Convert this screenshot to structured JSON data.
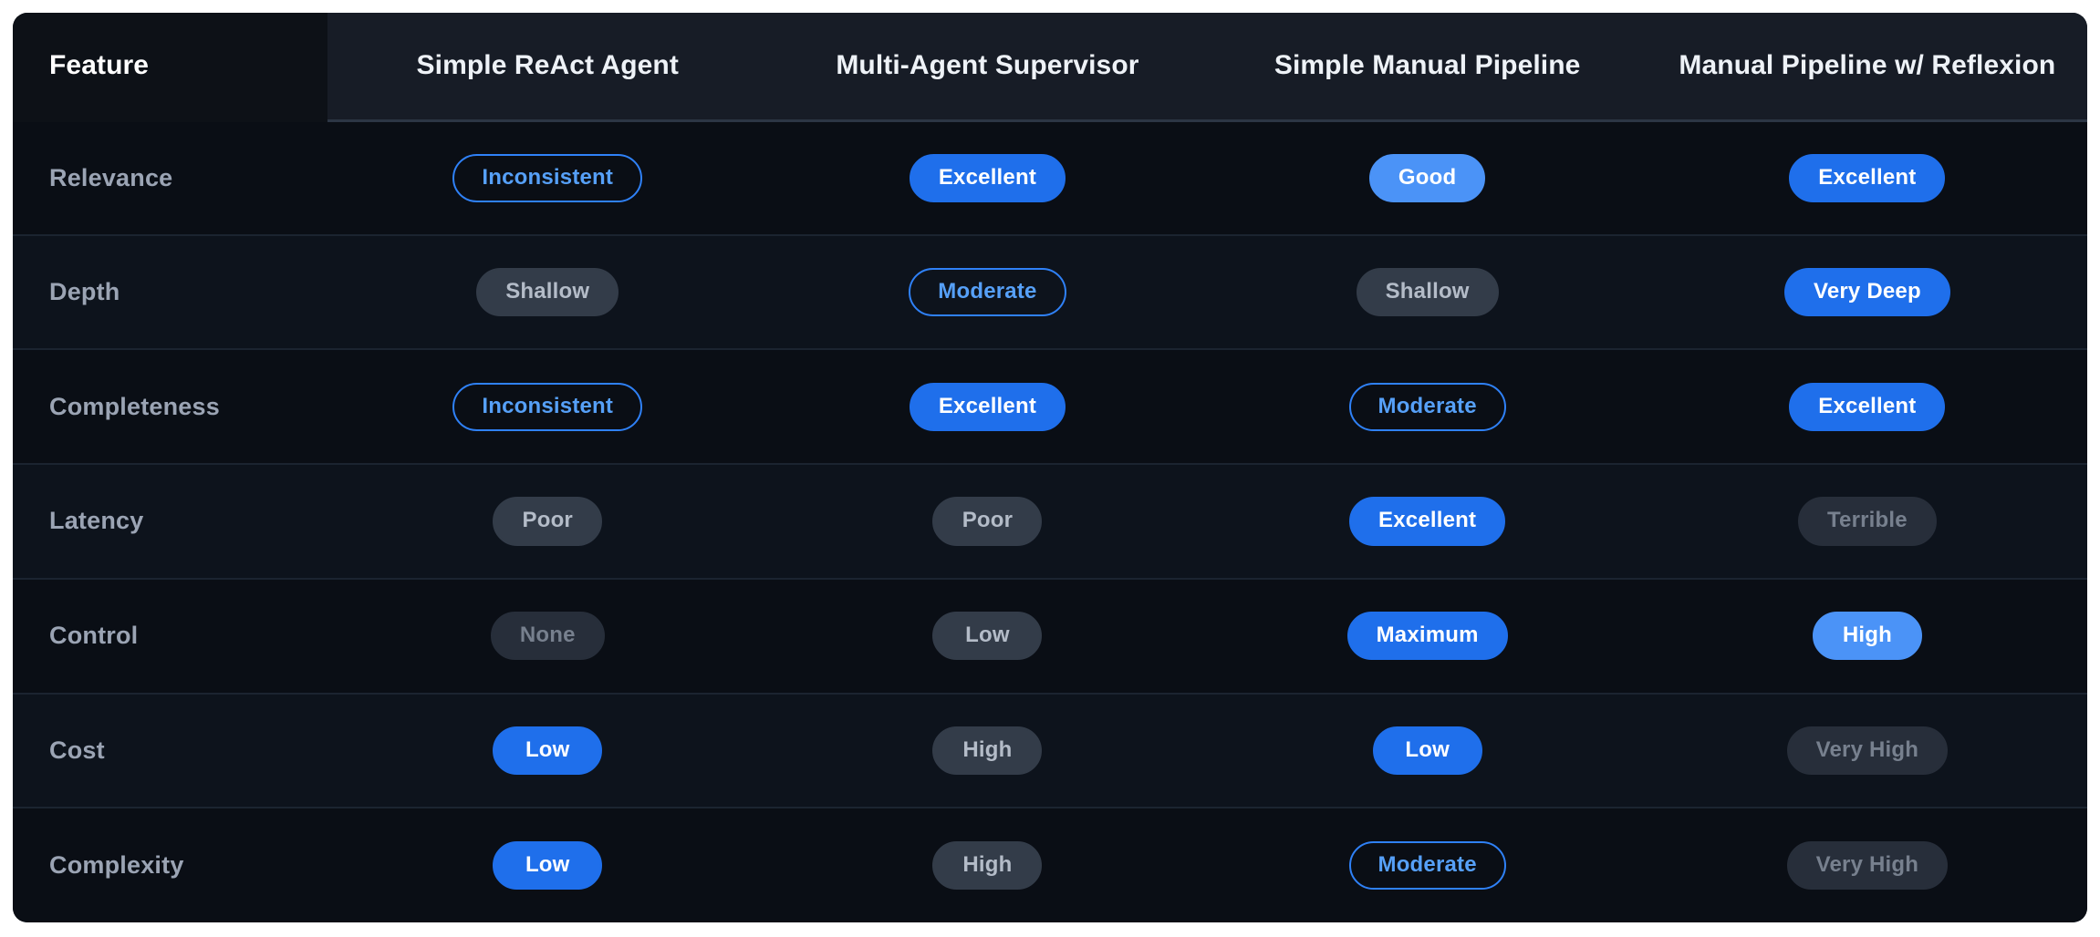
{
  "table": {
    "feature_column_header": "Feature",
    "column_headers": [
      "Simple ReAct Agent",
      "Multi-Agent Supervisor",
      "Simple Manual Pipeline",
      "Manual Pipeline w/ Reflexion"
    ],
    "rows": [
      {
        "feature": "Relevance",
        "cells": [
          {
            "label": "Inconsistent",
            "style": "outline-blue"
          },
          {
            "label": "Excellent",
            "style": "solid-blue"
          },
          {
            "label": "Good",
            "style": "solid-light-blue"
          },
          {
            "label": "Excellent",
            "style": "solid-blue"
          }
        ]
      },
      {
        "feature": "Depth",
        "cells": [
          {
            "label": "Shallow",
            "style": "gray"
          },
          {
            "label": "Moderate",
            "style": "outline-blue"
          },
          {
            "label": "Shallow",
            "style": "gray"
          },
          {
            "label": "Very Deep",
            "style": "solid-blue"
          }
        ]
      },
      {
        "feature": "Completeness",
        "cells": [
          {
            "label": "Inconsistent",
            "style": "outline-blue"
          },
          {
            "label": "Excellent",
            "style": "solid-blue"
          },
          {
            "label": "Moderate",
            "style": "outline-blue"
          },
          {
            "label": "Excellent",
            "style": "solid-blue"
          }
        ]
      },
      {
        "feature": "Latency",
        "cells": [
          {
            "label": "Poor",
            "style": "gray"
          },
          {
            "label": "Poor",
            "style": "gray"
          },
          {
            "label": "Excellent",
            "style": "solid-blue"
          },
          {
            "label": "Terrible",
            "style": "gray-dim"
          }
        ]
      },
      {
        "feature": "Control",
        "cells": [
          {
            "label": "None",
            "style": "gray-dim"
          },
          {
            "label": "Low",
            "style": "gray"
          },
          {
            "label": "Maximum",
            "style": "solid-blue"
          },
          {
            "label": "High",
            "style": "solid-light-blue"
          }
        ]
      },
      {
        "feature": "Cost",
        "cells": [
          {
            "label": "Low",
            "style": "solid-blue"
          },
          {
            "label": "High",
            "style": "gray"
          },
          {
            "label": "Low",
            "style": "solid-blue"
          },
          {
            "label": "Very High",
            "style": "gray-dim"
          }
        ]
      },
      {
        "feature": "Complexity",
        "cells": [
          {
            "label": "Low",
            "style": "solid-blue"
          },
          {
            "label": "High",
            "style": "gray"
          },
          {
            "label": "Moderate",
            "style": "outline-blue"
          },
          {
            "label": "Very High",
            "style": "gray-dim"
          }
        ]
      }
    ]
  },
  "colors": {
    "page_background": "#ffffff",
    "card_background": "#0d1117",
    "header_background": "#171c26",
    "feature_header_background": "#0d1117",
    "header_divider": "#2c3644",
    "row_divider": "#1b2430",
    "row_even_background": "#0d131c",
    "row_odd_background": "#0a0e15",
    "header_text": "#eef2f7",
    "feature_text": "#9ba4b4",
    "accent_blue": "#1f6feb",
    "accent_light_blue": "#4b93f7",
    "outline_blue_border": "#2f81f7",
    "outline_blue_text": "#56a0f8",
    "gray_badge_background": "#333c49",
    "gray_badge_text": "#b4bcc8",
    "gray_dim_badge_background": "#272e3a",
    "gray_dim_badge_text": "#77808e"
  }
}
